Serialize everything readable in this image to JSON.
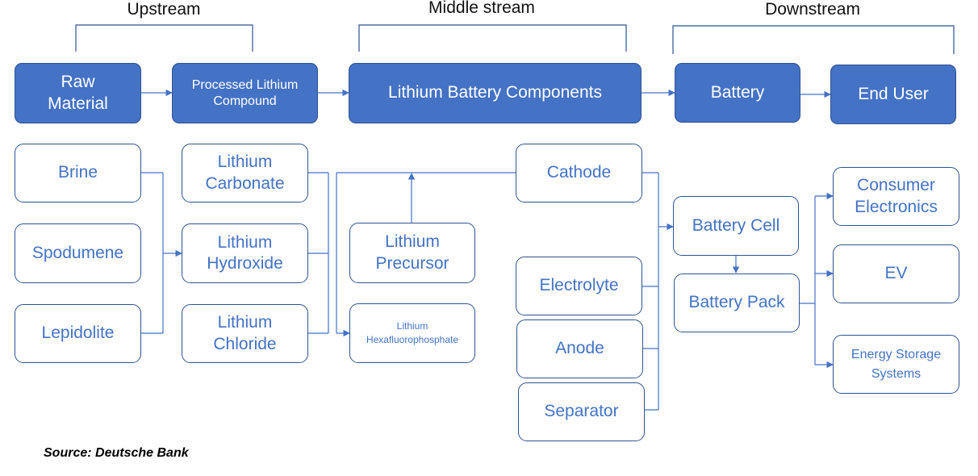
{
  "sections": {
    "upstream": "Upstream",
    "midstream": "Middle stream",
    "downstream": "Downstream"
  },
  "headers": {
    "raw_material": "Raw\nMaterial",
    "processed": "Processed Lithium\nCompound",
    "components": "Lithium Battery Components",
    "battery": "Battery",
    "end_user": "End User"
  },
  "nodes": {
    "brine": "Brine",
    "spodumene": "Spodumene",
    "lepidolite": "Lepidolite",
    "li_carbonate": "Lithium\nCarbonate",
    "li_hydroxide": "Lithium\nHydroxide",
    "li_chloride": "Lithium\nChloride",
    "li_precursor": "Lithium\nPrecursor",
    "li_hexa": "Lithium\nHexafluorophosphate",
    "cathode": "Cathode",
    "electrolyte": "Electrolyte",
    "anode": "Anode",
    "separator": "Separator",
    "battery_cell": "Battery Cell",
    "battery_pack": "Battery Pack",
    "consumer_electronics": "Consumer\nElectronics",
    "ev": "EV",
    "ess": "Energy Storage\nSystems"
  },
  "source": "Source: Deutsche Bank",
  "colors": {
    "header_fill": "#4472c4",
    "header_border": "#2f528f",
    "node_text": "#4472c4",
    "connector": "#4472c4",
    "bracket": "#2f528f"
  }
}
